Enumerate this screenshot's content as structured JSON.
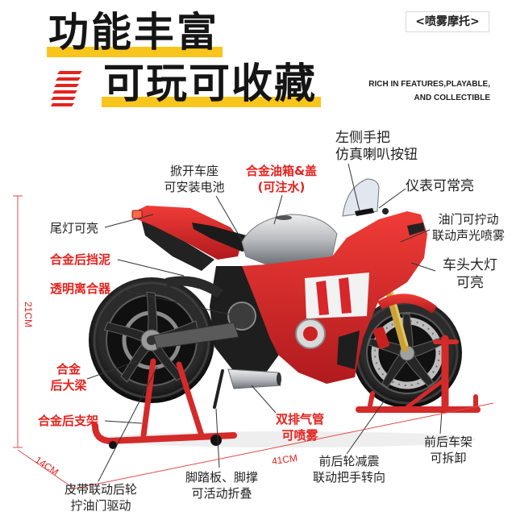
{
  "title": {
    "line1": "功能丰富",
    "line2": "可玩可收藏"
  },
  "tag": "<喷雾摩托>",
  "subtitle_en": {
    "line1": "RICH IN FEATURES,PLAYABLE,",
    "line2": "AND COLLECTIBLE"
  },
  "callouts": {
    "left_handle": [
      "左侧手把",
      "仿真喇叭按钮"
    ],
    "seat": [
      "掀开车座",
      "可安装电池"
    ],
    "tank": [
      "合金油箱&盖",
      "(可注水)"
    ],
    "dashboard": [
      "仪表可常亮"
    ],
    "tail_light": [
      "尾灯可亮"
    ],
    "throttle": [
      "油门可拧动",
      "联动声光喷雾"
    ],
    "rear_fender": [
      "合金后挡泥"
    ],
    "headlight": [
      "车头大灯",
      "可亮"
    ],
    "clutch": [
      "透明离合器"
    ],
    "swingarm": [
      "合金",
      "后大梁"
    ],
    "rear_stand": [
      "合金后支架"
    ],
    "exhaust": [
      "双排气管",
      "可喷雾"
    ],
    "stands": [
      "前后车架",
      "可拆卸"
    ],
    "suspension": [
      "前后轮减震",
      "联动把手转向"
    ],
    "footpeg": [
      "脚踏板、脚撑",
      "可活动折叠"
    ],
    "belt_drive": [
      "皮带联动后轮",
      "拧油门驱动"
    ]
  },
  "dimensions": {
    "height": "21CM",
    "depth": "14CM",
    "length": "41CM"
  },
  "colors": {
    "accent_red": "#e3231f",
    "highlight_yellow": "#f8c51c",
    "text": "#1e1e1e",
    "fairing_red": "#d8262a",
    "tank_silver": "#b9bcc0"
  }
}
